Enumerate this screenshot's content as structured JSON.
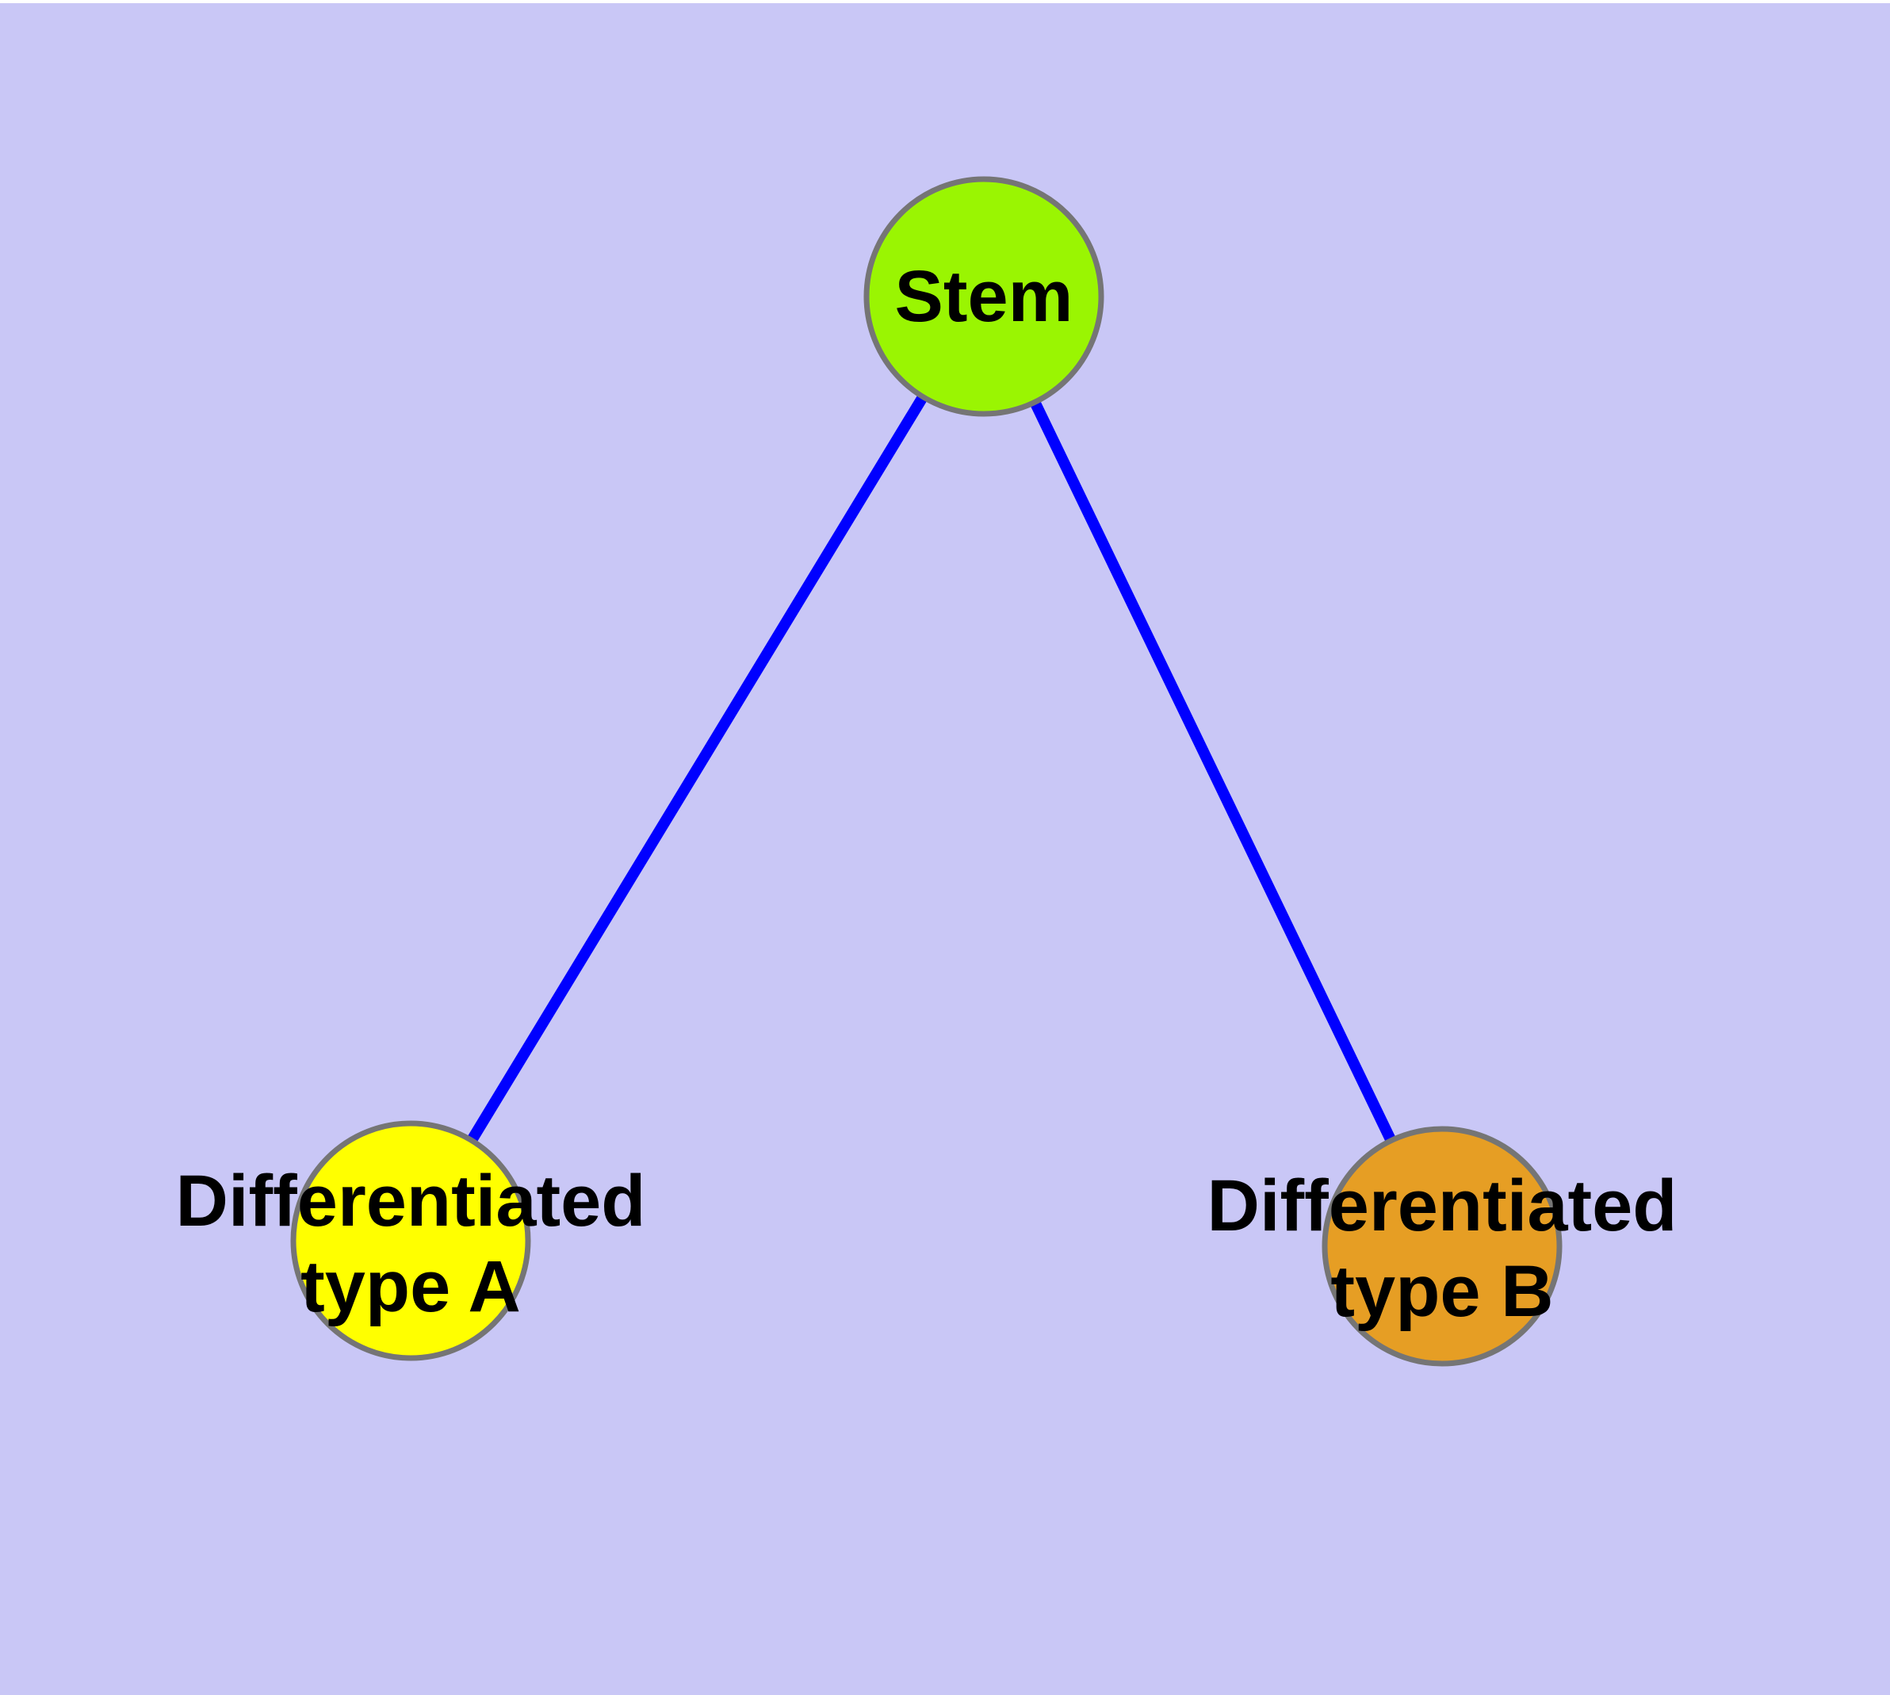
{
  "diagram": {
    "description": "Tree diagram of a stem cell differentiating into two cell types",
    "background_color": "#c9c7f6",
    "top_strip_color": "#ffffff",
    "edge_color": "#0000ff",
    "node_border_color": "#757575",
    "label_text_color": "#000000",
    "nodes": [
      {
        "id": "stem",
        "label": "Stem",
        "fill_color": "#9af502"
      },
      {
        "id": "differentiated-type-a",
        "label_line1": "Differentiated",
        "label_line2": "type A",
        "fill_color": "#ffff00"
      },
      {
        "id": "differentiated-type-b",
        "label_line1": "Differentiated",
        "label_line2": "type B",
        "fill_color": "#e69e24"
      }
    ],
    "edges": [
      {
        "from": "stem",
        "to": "differentiated-type-a"
      },
      {
        "from": "stem",
        "to": "differentiated-type-b"
      }
    ]
  }
}
